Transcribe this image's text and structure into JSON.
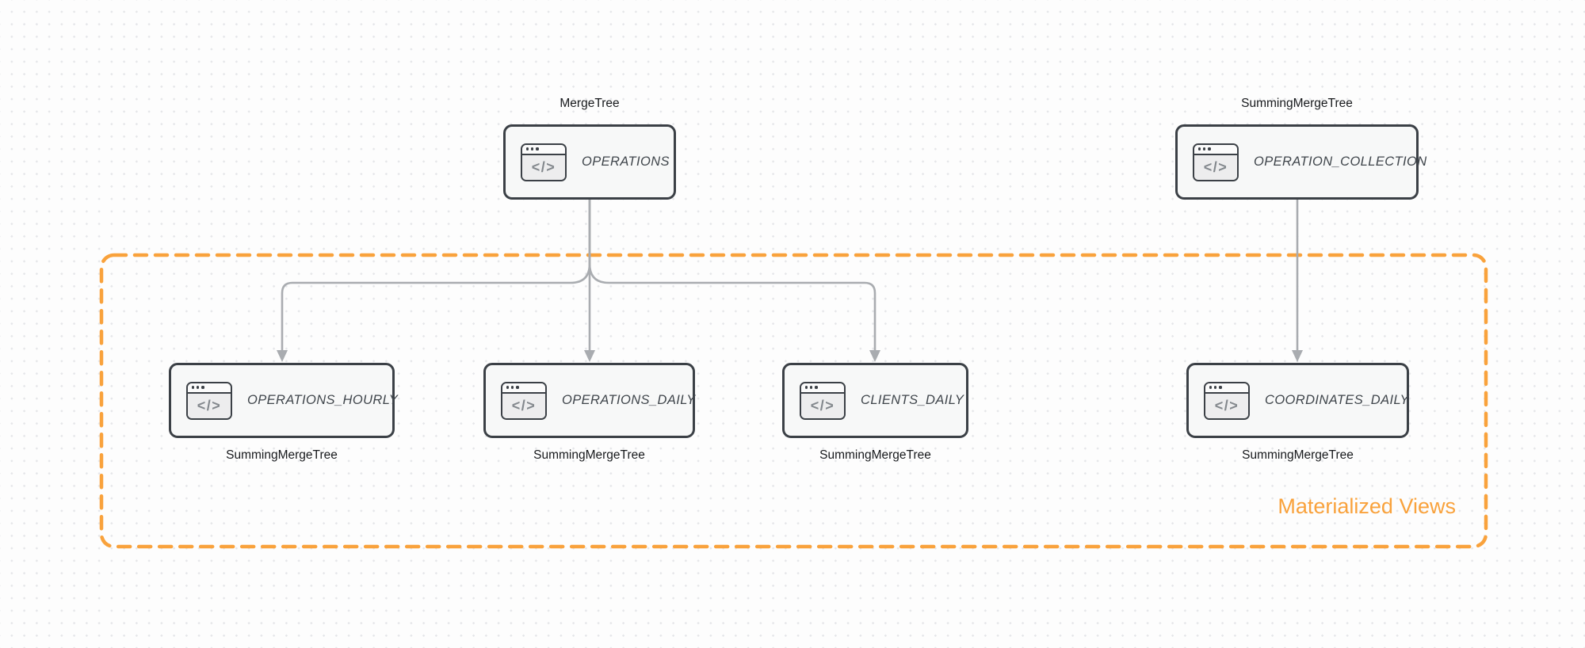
{
  "diagram": {
    "zone": {
      "label": "Materialized Views"
    },
    "icon_glyph": "</>",
    "nodes": [
      {
        "id": "operations",
        "label": "OPERATIONS",
        "engine": "MergeTree",
        "engine_position": "above"
      },
      {
        "id": "operation-collection",
        "label": "OPERATION_COLLECTION",
        "engine": "SummingMergeTree",
        "engine_position": "above"
      },
      {
        "id": "operations-hourly",
        "label": "OPERATIONS_HOURLY",
        "engine": "SummingMergeTree",
        "engine_position": "below"
      },
      {
        "id": "operations-daily",
        "label": "OPERATIONS_DAILY",
        "engine": "SummingMergeTree",
        "engine_position": "below"
      },
      {
        "id": "clients-daily",
        "label": "CLIENTS_DAILY",
        "engine": "SummingMergeTree",
        "engine_position": "below"
      },
      {
        "id": "coordinates-daily",
        "label": "COORDINATES_DAILY",
        "engine": "SummingMergeTree",
        "engine_position": "below"
      }
    ],
    "edges": [
      {
        "from": "OPERATIONS",
        "to": "OPERATIONS_HOURLY"
      },
      {
        "from": "OPERATIONS",
        "to": "OPERATIONS_DAILY"
      },
      {
        "from": "OPERATIONS",
        "to": "CLIENTS_DAILY"
      },
      {
        "from": "OPERATION_COLLECTION",
        "to": "COORDINATES_DAILY"
      }
    ]
  },
  "colors": {
    "accent_orange": "#F9A23C",
    "node_border": "#3B4046",
    "node_fill": "#F7F8F8",
    "node_label": "#3F454B",
    "caption_text": "#17191C",
    "arrow_gray": "#A9ACB0",
    "icon_glyph_color": "#82878C",
    "icon_body_fill": "#EDEDEE",
    "dot_grid": "#E5E6E9",
    "canvas_bg": "#FDFDFD"
  }
}
